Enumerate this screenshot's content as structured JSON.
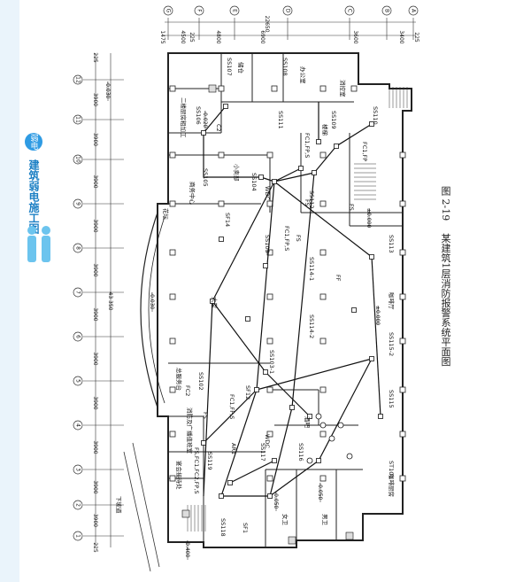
{
  "sidebar": {
    "badge": "弱电",
    "book_title": "建筑弱电施工图"
  },
  "caption": {
    "figure_no": "图 2-19",
    "title": "某建筑1层消防报警系统平面图"
  },
  "dimensions": {
    "top_segments": [
      "4500",
      "225",
      "4800",
      "6900",
      "3600",
      "3400",
      "225"
    ],
    "top_extra": [
      "1475"
    ],
    "top_total": "22650",
    "left_segments": [
      "3900",
      "3900",
      "3900",
      "3900",
      "3900",
      "3900",
      "3900",
      "3900",
      "3900",
      "3900",
      "3900"
    ],
    "left_total": "43 350",
    "left_225_top": "225",
    "left_225_bottom": "225"
  },
  "axes": {
    "top": [
      "A",
      "B",
      "C",
      "D",
      "E",
      "F",
      "G"
    ],
    "left": [
      "1",
      "2",
      "3",
      "4",
      "5",
      "6",
      "7",
      "8",
      "9",
      "10",
      "11",
      "12"
    ]
  },
  "rooms": [
    {
      "label": "SS107"
    },
    {
      "label": "储仓"
    },
    {
      "label": "SS108"
    },
    {
      "label": "办公室"
    },
    {
      "label": "二楼厨房粗加工"
    },
    {
      "label": "SS106"
    },
    {
      "label": "SS111"
    },
    {
      "label": "SS109"
    },
    {
      "label": "消控室"
    },
    {
      "label": "FC1,FP,S"
    },
    {
      "label": "SS110"
    },
    {
      "label": "楼梯"
    },
    {
      "label": "C2"
    },
    {
      "label": "FC1,FP"
    },
    {
      "label": "商务中心"
    },
    {
      "label": "SS105"
    },
    {
      "label": "小卖部"
    },
    {
      "label": "SS104"
    },
    {
      "label": "WDC"
    },
    {
      "label": "SS112"
    },
    {
      "label": "SF14"
    },
    {
      "label": "花坛"
    },
    {
      "label": "SS103"
    },
    {
      "label": "FC1,FP,S"
    },
    {
      "label": "SS114-1"
    },
    {
      "label": "SS113"
    },
    {
      "label": "FF"
    },
    {
      "label": "大堂"
    },
    {
      "label": "SS114-2"
    },
    {
      "label": "咖啡厅"
    },
    {
      "label": "SS115-2"
    },
    {
      "label": "SS103-1"
    },
    {
      "label": "总服务台"
    },
    {
      "label": "SS102"
    },
    {
      "label": "FC2"
    },
    {
      "label": "SF12"
    },
    {
      "label": "FC1,FP,S"
    },
    {
      "label": "消防及广播值班室"
    },
    {
      "label": "酒吧"
    },
    {
      "label": "SS115"
    },
    {
      "label": "ST101"
    },
    {
      "label": "咖啡厨房"
    },
    {
      "label": "FS,FC1,FC2,FP,S"
    },
    {
      "label": "SS119"
    },
    {
      "label": "AR1"
    },
    {
      "label": "SS117"
    },
    {
      "label": "SS116"
    },
    {
      "label": "宴会接待处"
    },
    {
      "label": "女卫"
    },
    {
      "label": "男卫"
    },
    {
      "label": "SS118"
    },
    {
      "label": "SF1"
    },
    {
      "label": "下坡道"
    },
    {
      "label": "FS"
    },
    {
      "label": "FS"
    },
    {
      "label": "FS"
    },
    {
      "label": "WDC"
    },
    {
      "label": "FS"
    }
  ],
  "elevations": [
    "-0.030",
    "-0.020",
    "-0.030",
    "±0.000",
    "±0.000",
    "-0.050",
    "-0.050",
    "-0.400"
  ]
}
